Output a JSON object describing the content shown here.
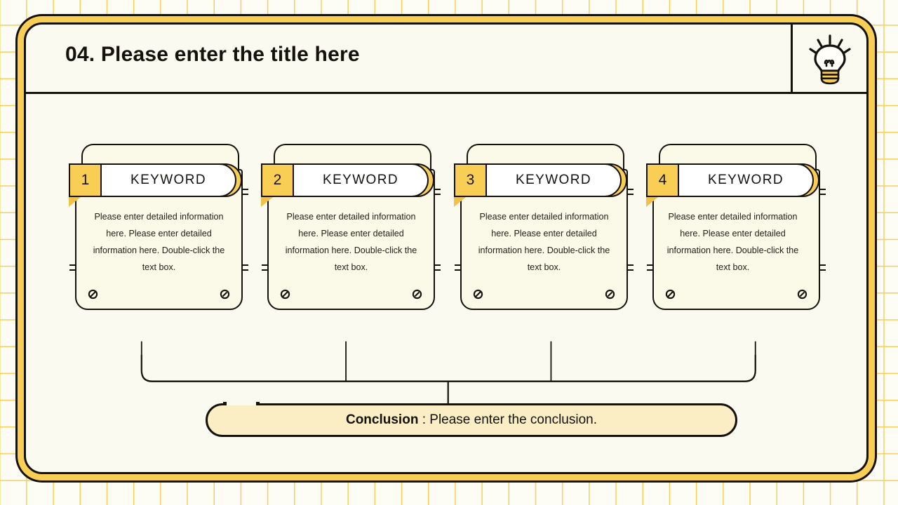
{
  "slide": {
    "number": "04",
    "title_prefix": "04.",
    "title": "Please enter the title here",
    "full_title": "04. Please enter the title here"
  },
  "header": {
    "icon": "lightbulb-icon"
  },
  "theme": {
    "page_background": "#fdfcf5",
    "grid_line": "#f7cf5a",
    "frame_accent": "#f9ce55",
    "frame_outline": "#15110c",
    "card_fill": "#fbfae9",
    "pill_fill": "#ffffff",
    "conclusion_fill": "#fbeec4",
    "text": "#15110c"
  },
  "cards": [
    {
      "number": "1",
      "keyword": "KEYWORD",
      "body": "Please enter detailed information here. Please enter detailed information here. Double-click the text box.",
      "mark_left": "prohibition-icon",
      "mark_right": "prohibition-icon"
    },
    {
      "number": "2",
      "keyword": "KEYWORD",
      "body": "Please enter detailed information here. Please enter detailed information here. Double-click the text box.",
      "mark_left": "prohibition-icon",
      "mark_right": "prohibition-icon"
    },
    {
      "number": "3",
      "keyword": "KEYWORD",
      "body": "Please enter detailed information here. Please enter detailed information here. Double-click the text box.",
      "mark_left": "prohibition-icon",
      "mark_right": "prohibition-icon"
    },
    {
      "number": "4",
      "keyword": "KEYWORD",
      "body": "Please enter detailed information here. Please enter detailed information here. Double-click the text box.",
      "mark_left": "prohibition-icon",
      "mark_right": "prohibition-icon"
    }
  ],
  "conclusion": {
    "label": "Conclusion",
    "separator": " : ",
    "text": "Please enter the conclusion.",
    "full": "Conclusion :  Please enter the conclusion."
  }
}
